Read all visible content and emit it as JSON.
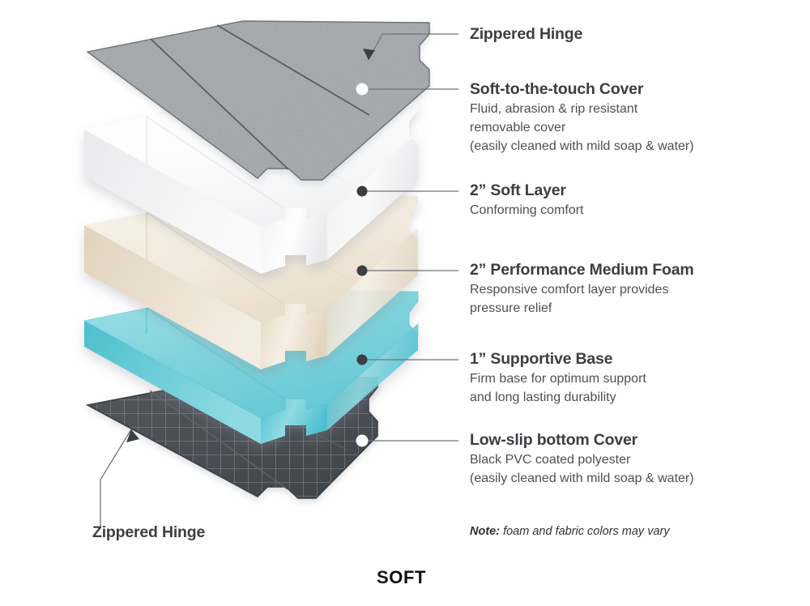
{
  "product": {
    "firmness_label": "SOFT",
    "note_prefix": "Note:",
    "note_text": " foam and fabric colors may vary"
  },
  "hinge_labels": {
    "top": "Zippered Hinge",
    "bottom": "Zippered Hinge"
  },
  "layers": [
    {
      "key": "top_cover",
      "title": "Soft-to-the-touch Cover",
      "desc_lines": [
        "Fluid, abrasion & rip resistant",
        "removable cover",
        "(easily cleaned with mild soap & water)"
      ],
      "color": "#b9bdc1",
      "marker": "white-dot"
    },
    {
      "key": "soft_layer",
      "title": "2” Soft Layer",
      "desc_lines": [
        "Conforming comfort"
      ],
      "color": "#f4f5f6",
      "marker": "dark-dot"
    },
    {
      "key": "medium_foam",
      "title": "2” Performance Medium Foam",
      "desc_lines": [
        "Responsive comfort layer provides",
        "pressure relief"
      ],
      "color": "#f0e7da",
      "marker": "dark-dot"
    },
    {
      "key": "supportive_base",
      "title": "1” Supportive Base",
      "desc_lines": [
        "Firm base for optimum support",
        "and long lasting durability"
      ],
      "color": "#7fd2dc",
      "marker": "dark-dot"
    },
    {
      "key": "bottom_cover",
      "title": "Low-slip bottom Cover",
      "desc_lines": [
        "Black PVC coated polyester",
        "(easily cleaned with mild soap & water)"
      ],
      "color": "#4b5056",
      "marker": "white-dot"
    }
  ],
  "colors": {
    "text": "#3b3f42",
    "leader_line": "#6f7478",
    "dot_dark": "#3b3f42",
    "dot_light": "#ffffff",
    "background": "#ffffff",
    "cover_gray": "#b9bdc1",
    "white_foam": "#fbfbfc",
    "cream_foam": "#f2eadf",
    "teal_foam": "#86d5de",
    "bottom_dark": "#4b5056"
  }
}
